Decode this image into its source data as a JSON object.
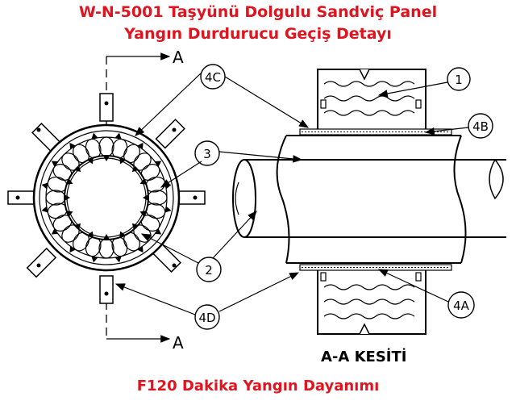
{
  "title_line1": "W-N-5001 Taşyünü Dolgulu Sandviç Panel",
  "title_line2": "Yangın Durdurucu Geçiş Detayı",
  "section_label": "A-A KESİTİ",
  "footer": "F120 Dakika Yangın Dayanımı",
  "callouts": {
    "c1": "1",
    "c2": "2",
    "c3": "3",
    "c4a": "4A",
    "c4b": "4B",
    "c4c": "4C",
    "c4d": "4D"
  },
  "section_marks": {
    "top": "A",
    "bottom": "A"
  },
  "colors": {
    "title": "#e0141e",
    "line": "#000000"
  }
}
